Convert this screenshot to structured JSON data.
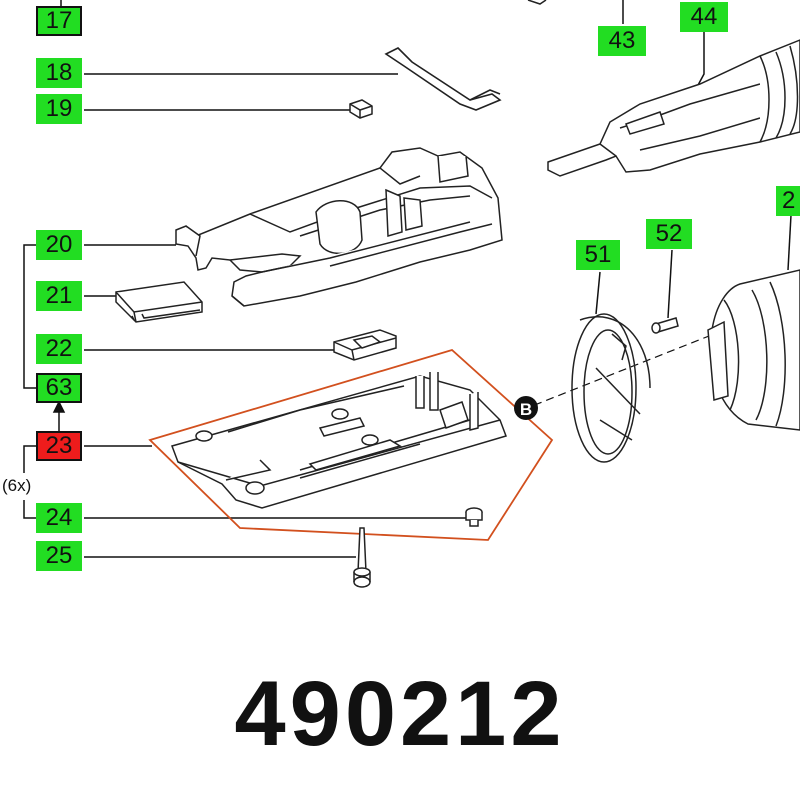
{
  "callouts": {
    "c17": "17",
    "c18": "18",
    "c19": "19",
    "c20": "20",
    "c21": "21",
    "c22": "22",
    "c63": "63",
    "c23": "23",
    "c24": "24",
    "c25": "25",
    "c43": "43",
    "c44": "44",
    "c51": "51",
    "c52": "52",
    "c2": "2"
  },
  "quantity_note": "(6x)",
  "marker_b": "B",
  "part_number": "490212",
  "colors": {
    "callout_green": "#22dd22",
    "callout_red": "#ee1c1c",
    "group_outline": "#d2501e",
    "line": "#111111"
  }
}
